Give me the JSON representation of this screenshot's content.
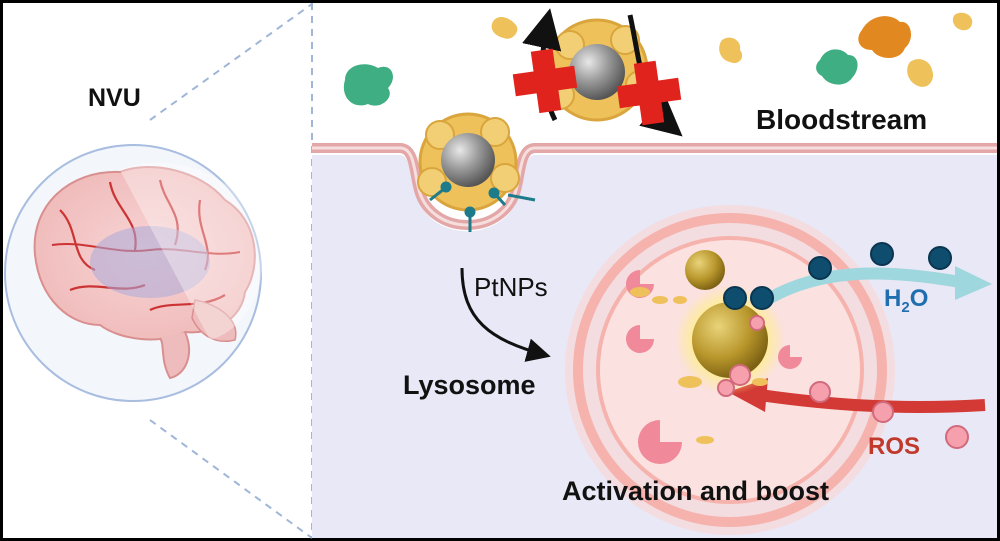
{
  "labels": {
    "nvu": "NVU",
    "bloodstream": "Bloodstream",
    "ptnps": "PtNPs",
    "lysosome": "Lysosome",
    "activation": "Activation and boost",
    "h2o_main": "H",
    "h2o_sub": "2",
    "h2o_tail": "O",
    "ros": "ROS"
  },
  "colors": {
    "frame": "#000000",
    "cytoplasm": "#e9e8f6",
    "membrane": "#e3a7a7",
    "lysosome": "#f6b3ad",
    "protein_corona": "#eec15b",
    "nanoparticle": "#8d8d8d",
    "gold_particle": "#b9972a",
    "water_molecule": "#0f4d6e",
    "ros": "#f08a9a",
    "h2o_text": "#1f6fb0",
    "ros_text": "#c0392b",
    "block_cross": "#e0231d"
  }
}
